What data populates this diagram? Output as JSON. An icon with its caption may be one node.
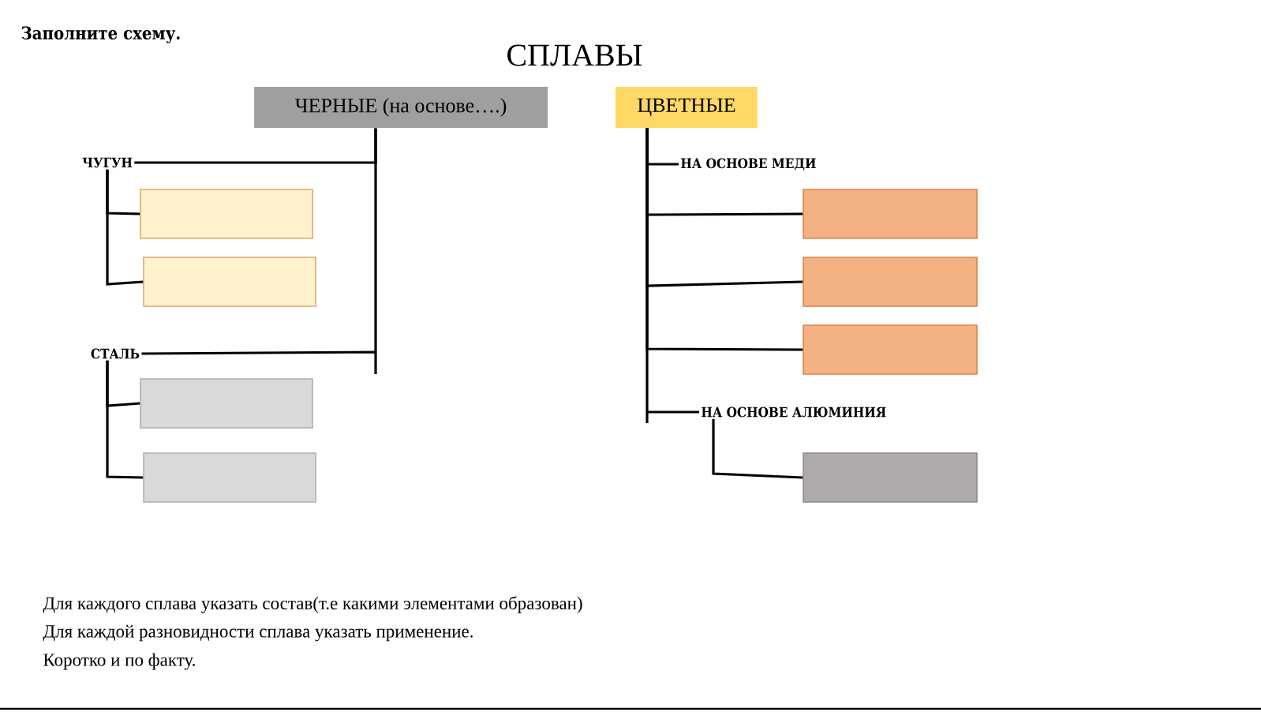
{
  "diagram": {
    "title": "СПЛАВЫ",
    "nodes": [
      {
        "text": [
          "ЧЕРНЫЕ (на основе….)"
        ]
      },
      {
        "text": [
          "ЦВЕТНЫЕ"
        ]
      },
      {
        "text": [
          "ЧУГУН"
        ]
      },
      {
        "text": [],
        "shape": "box"
      },
      {
        "text": [],
        "shape": "box"
      },
      {
        "text": [
          "СТАЛЬ"
        ]
      },
      {
        "text": [],
        "shape": "box"
      },
      {
        "text": [],
        "shape": "box"
      },
      {
        "text": [
          "НА ОСНОВЕ МЕДИ"
        ]
      },
      {
        "text": [],
        "shape": "box"
      },
      {
        "text": [],
        "shape": "box"
      },
      {
        "text": [],
        "shape": "box"
      },
      {
        "text": [
          "НА ОСНОВЕ АЛЮМИНИЯ"
        ]
      },
      {
        "text": [],
        "shape": "box"
      }
    ],
    "edges": [
      {
        "from": 0,
        "to": 2,
        "arrow": "none"
      },
      {
        "from": 0,
        "to": 5,
        "arrow": "none"
      },
      {
        "from": 2,
        "to": 3,
        "arrow": "none"
      },
      {
        "from": 2,
        "to": 4,
        "arrow": "none"
      },
      {
        "from": 5,
        "to": 6,
        "arrow": "none"
      },
      {
        "from": 5,
        "to": 7,
        "arrow": "none"
      },
      {
        "from": 1,
        "to": 8,
        "arrow": "none"
      },
      {
        "from": 1,
        "to": 9,
        "arrow": "none"
      },
      {
        "from": 1,
        "to": 10,
        "arrow": "none"
      },
      {
        "from": 1,
        "to": 11,
        "arrow": "none"
      },
      {
        "from": 1,
        "to": 12,
        "arrow": "none"
      },
      {
        "from": 12,
        "to": 13,
        "arrow": "none"
      }
    ],
    "labels": [
      "Заполните схему.",
      "Для каждого сплава указать состав(т.е какими элементами образован)",
      "Для каждой разновидности сплава указать применение.",
      "Коротко и по факту."
    ]
  }
}
